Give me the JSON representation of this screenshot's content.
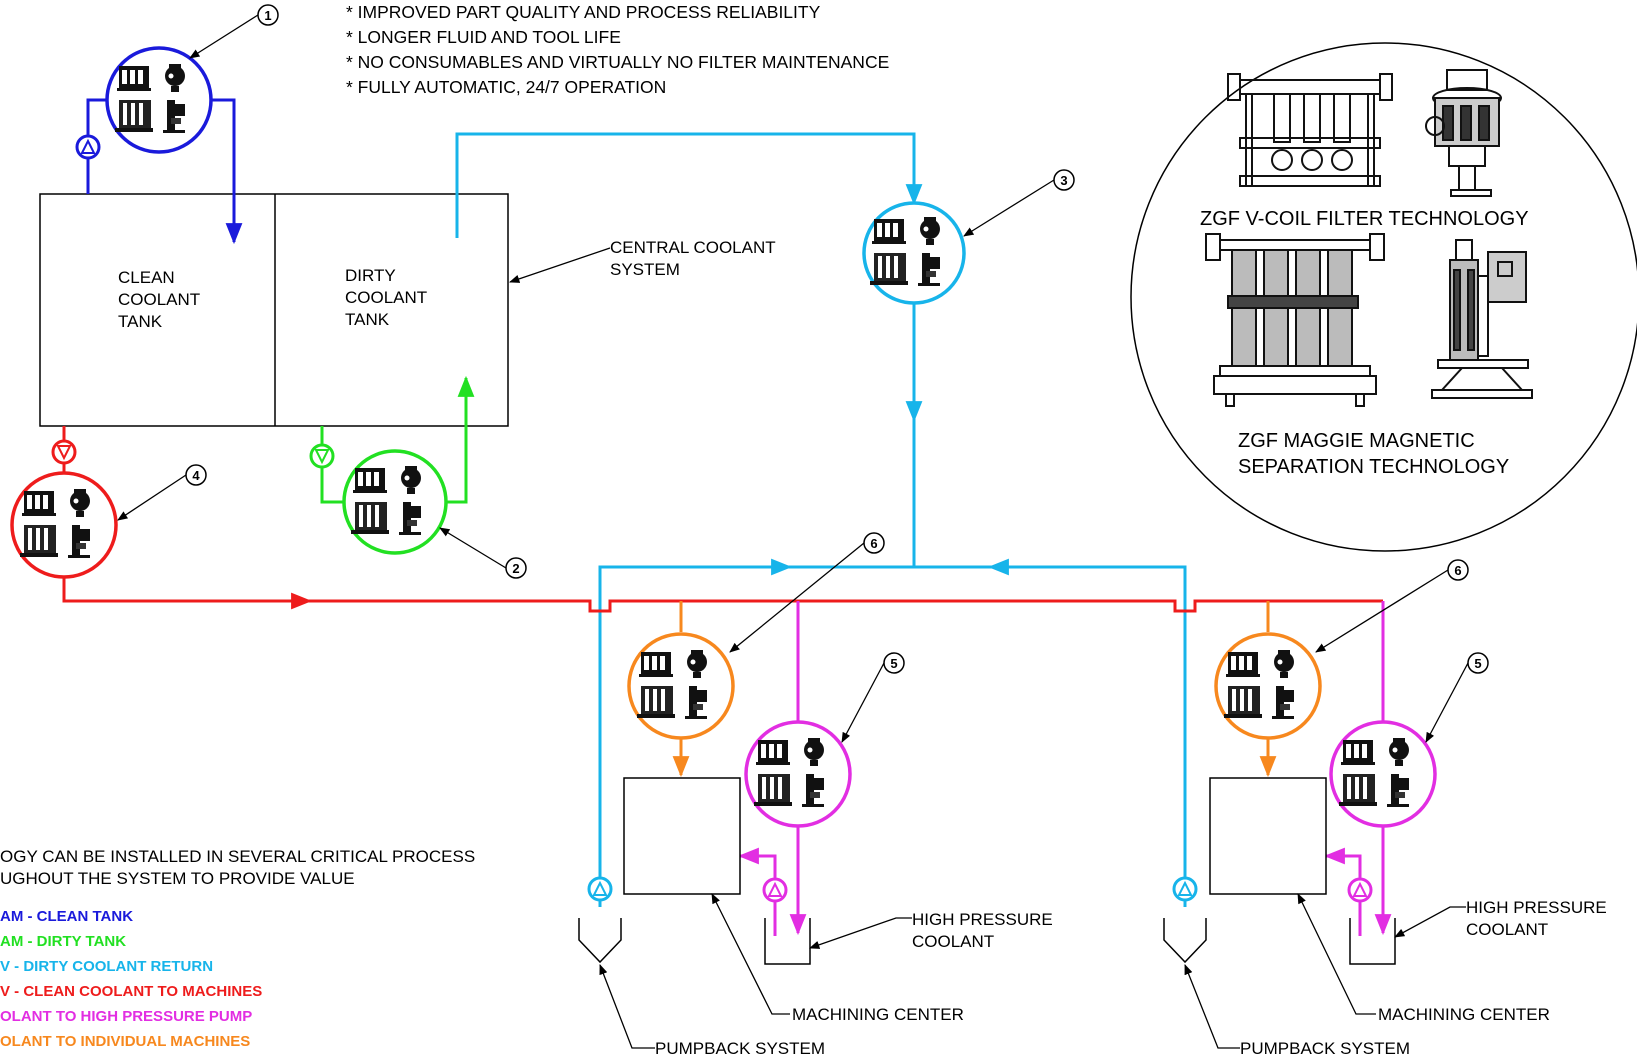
{
  "features": [
    "* IMPROVED PART QUALITY AND PROCESS RELIABILITY",
    "* LONGER FLUID AND TOOL LIFE",
    "* NO CONSUMABLES AND VIRTUALLY NO FILTER MAINTENANCE",
    "* FULLY AUTOMATIC, 24/7 OPERATION"
  ],
  "tanks": {
    "clean": [
      "CLEAN",
      "COOLANT",
      "TANK"
    ],
    "dirty": [
      "DIRTY",
      "COOLANT",
      "TANK"
    ]
  },
  "labels": {
    "central_system": [
      "CENTRAL COOLANT",
      "SYSTEM"
    ],
    "high_pressure_left": [
      "HIGH PRESSURE",
      "COOLANT"
    ],
    "high_pressure_right": [
      "HIGH PRESSURE",
      "COOLANT"
    ],
    "machining_center_left": "MACHINING CENTER",
    "machining_center_right": "MACHINING CENTER",
    "pumpback_left": "PUMPBACK SYSTEM",
    "pumpback_right": "PUMPBACK SYSTEM"
  },
  "technology": {
    "vcoil": "ZGF V-COIL FILTER TECHNOLOGY",
    "maggie": [
      "ZGF MAGGIE MAGNETIC",
      "SEPARATION TECHNOLOGY"
    ]
  },
  "callouts": {
    "c1": "1",
    "c2": "2",
    "c3": "3",
    "c4": "4",
    "c5a": "5",
    "c5b": "5",
    "c6a": "6",
    "c6b": "6"
  },
  "note": [
    "OGY CAN BE INSTALLED IN SEVERAL CRITICAL PROCESS",
    "UGHOUT THE SYSTEM TO PROVIDE VALUE"
  ],
  "legend": [
    {
      "text": "AM - CLEAN TANK",
      "color": "#1a1adb"
    },
    {
      "text": "AM - DIRTY TANK",
      "color": "#22e022"
    },
    {
      "text": "V - DIRTY COOLANT RETURN",
      "color": "#17b4ea"
    },
    {
      "text": "V - CLEAN COOLANT TO MACHINES",
      "color": "#ee1c1c"
    },
    {
      "text": "OLANT TO HIGH PRESSURE PUMP",
      "color": "#e22ee2"
    },
    {
      "text": "OLANT TO INDIVIDUAL MACHINES",
      "color": "#f7881e"
    }
  ],
  "colors": {
    "blue": "#1a1adb",
    "green": "#22e022",
    "cyan": "#17b4ea",
    "red": "#ee1c1c",
    "magenta": "#e22ee2",
    "orange": "#f7881e"
  }
}
